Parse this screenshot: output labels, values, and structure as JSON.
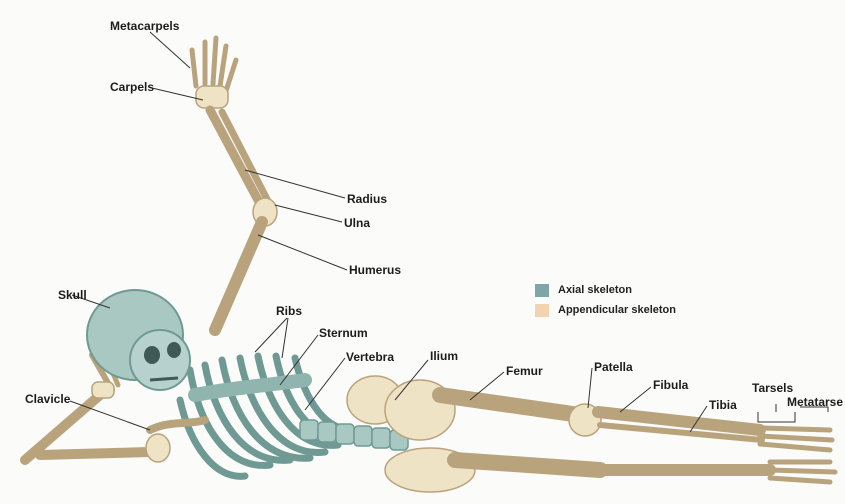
{
  "labels": {
    "metacarpels": "Metacarpels",
    "carpels": "Carpels",
    "radius": "Radius",
    "ulna": "Ulna",
    "humerus": "Humerus",
    "skull": "Skull",
    "ribs": "Ribs",
    "sternum": "Sternum",
    "vertebra": "Vertebra",
    "ilium": "Ilium",
    "femur": "Femur",
    "patella": "Patella",
    "fibula": "Fibula",
    "tibia": "Tibia",
    "tarsels": "Tarsels",
    "metatarse": "Metatarse",
    "clavicle": "Clavicle"
  },
  "legend": {
    "items": [
      {
        "label": "Axial skeleton",
        "color": "#7fa6a6"
      },
      {
        "label": "Appendicular skeleton",
        "color": "#f2d3b0"
      }
    ]
  },
  "colors": {
    "axial": "#a9c8c2",
    "axial_dark": "#6f9a94",
    "appendicular": "#efe3c6",
    "appendicular_dark": "#b8a37c",
    "leader": "#333333"
  }
}
